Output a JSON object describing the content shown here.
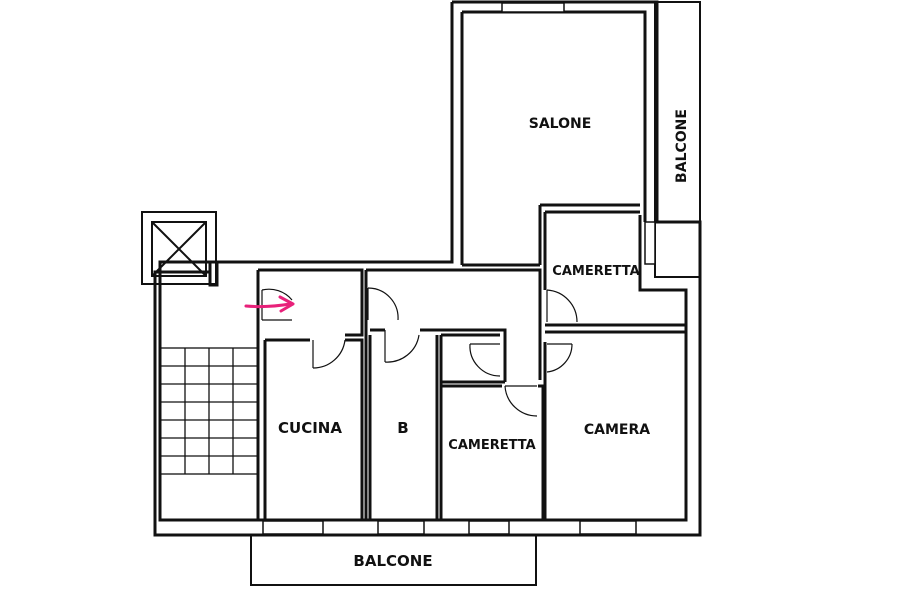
{
  "rooms": {
    "salone": "SALONE",
    "balcone_right": "BALCONE",
    "cameretta_top": "CAMERETTA",
    "cucina": "CUCINA",
    "bagno": "B",
    "cameretta_bottom": "CAMERETTA",
    "camera": "CAMERA",
    "balcone_bottom": "BALCONE"
  },
  "colors": {
    "walls": "#111111",
    "marker_arrow": "#e8217a",
    "background": "#ffffff"
  },
  "icons": {
    "entrance_marker": "arrow-right-icon",
    "elevator": "elevator-shaft-icon"
  }
}
